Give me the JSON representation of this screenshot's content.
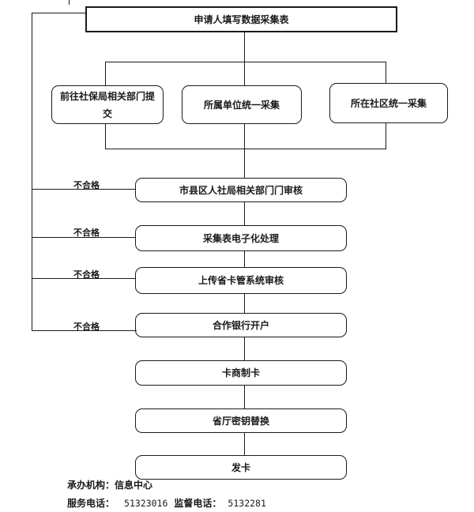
{
  "flow": {
    "start": "申请人填写数据采集表",
    "branches": [
      {
        "label": "前往社保局相关部门提交"
      },
      {
        "label": "所属单位统一采集"
      },
      {
        "label": "所在社区统一采集"
      }
    ],
    "steps": [
      {
        "label": "市县区人社局相关部门门审核",
        "reject": "不合格"
      },
      {
        "label": "采集表电子化处理",
        "reject": "不合格"
      },
      {
        "label": "上传省卡管系统审核",
        "reject": "不合格"
      },
      {
        "label": "合作银行开户",
        "reject": "不合格"
      },
      {
        "label": "卡商制卡"
      },
      {
        "label": "省厅密钥替换"
      },
      {
        "label": "发卡"
      }
    ],
    "footer": {
      "agency_label": "承办机构：",
      "agency": "信息中心",
      "service_label": "服务电话：",
      "service_phone": "51323016",
      "supervision_label": "监督电话：",
      "supervision_phone": "5132281"
    },
    "colors": {
      "line": "#1a1a1a",
      "background": "#ffffff"
    }
  }
}
